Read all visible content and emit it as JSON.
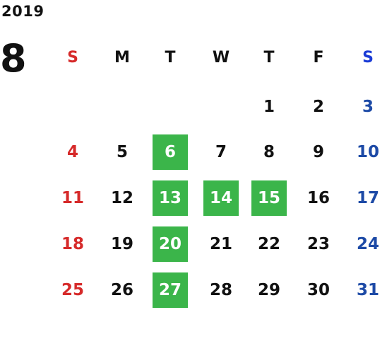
{
  "year": "2019",
  "month": "8",
  "weekdays": [
    "S",
    "M",
    "T",
    "W",
    "T",
    "F",
    "S"
  ],
  "weeks": [
    [
      null,
      null,
      null,
      null,
      "1",
      "2",
      "3"
    ],
    [
      "4",
      "5",
      "6",
      "7",
      "8",
      "9",
      "10"
    ],
    [
      "11",
      "12",
      "13",
      "14",
      "15",
      "16",
      "17"
    ],
    [
      "18",
      "19",
      "20",
      "21",
      "22",
      "23",
      "24"
    ],
    [
      "25",
      "26",
      "27",
      "28",
      "29",
      "30",
      "31"
    ]
  ],
  "highlighted_days": [
    "6",
    "13",
    "14",
    "15",
    "20",
    "27"
  ],
  "colors": {
    "sunday": "#d62a2a",
    "saturday": "#1d4aa6",
    "highlight": "#3bb54a"
  }
}
